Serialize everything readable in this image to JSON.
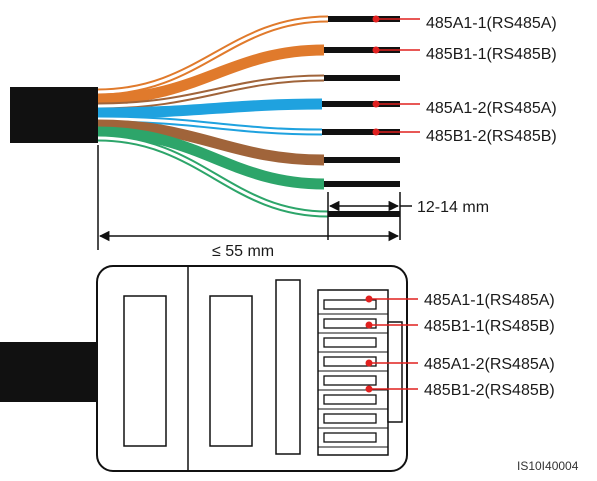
{
  "colors": {
    "orange": "#e07a2c",
    "blue": "#1fa2df",
    "brown": "#a0643a",
    "green": "#2da56a",
    "red_marker": "#e0201f",
    "black": "#111111"
  },
  "wires": [
    {
      "color": "orange",
      "striped": true
    },
    {
      "color": "orange",
      "striped": false
    },
    {
      "color": "brown",
      "striped": true
    },
    {
      "color": "blue",
      "striped": false
    },
    {
      "color": "blue",
      "striped": true
    },
    {
      "color": "brown",
      "striped": false
    },
    {
      "color": "green",
      "striped": false
    },
    {
      "color": "green",
      "striped": true
    }
  ],
  "labels": {
    "top": [
      "485A1-1(RS485A)",
      "485B1-1(RS485B)",
      "485A1-2(RS485A)",
      "485B1-2(RS485B)"
    ],
    "bottom": [
      "485A1-1(RS485A)",
      "485B1-1(RS485B)",
      "485A1-2(RS485A)",
      "485B1-2(RS485B)"
    ]
  },
  "dimensions": {
    "strip": "12-14 mm",
    "length": "≤ 55 mm"
  },
  "code": "IS10I40004"
}
